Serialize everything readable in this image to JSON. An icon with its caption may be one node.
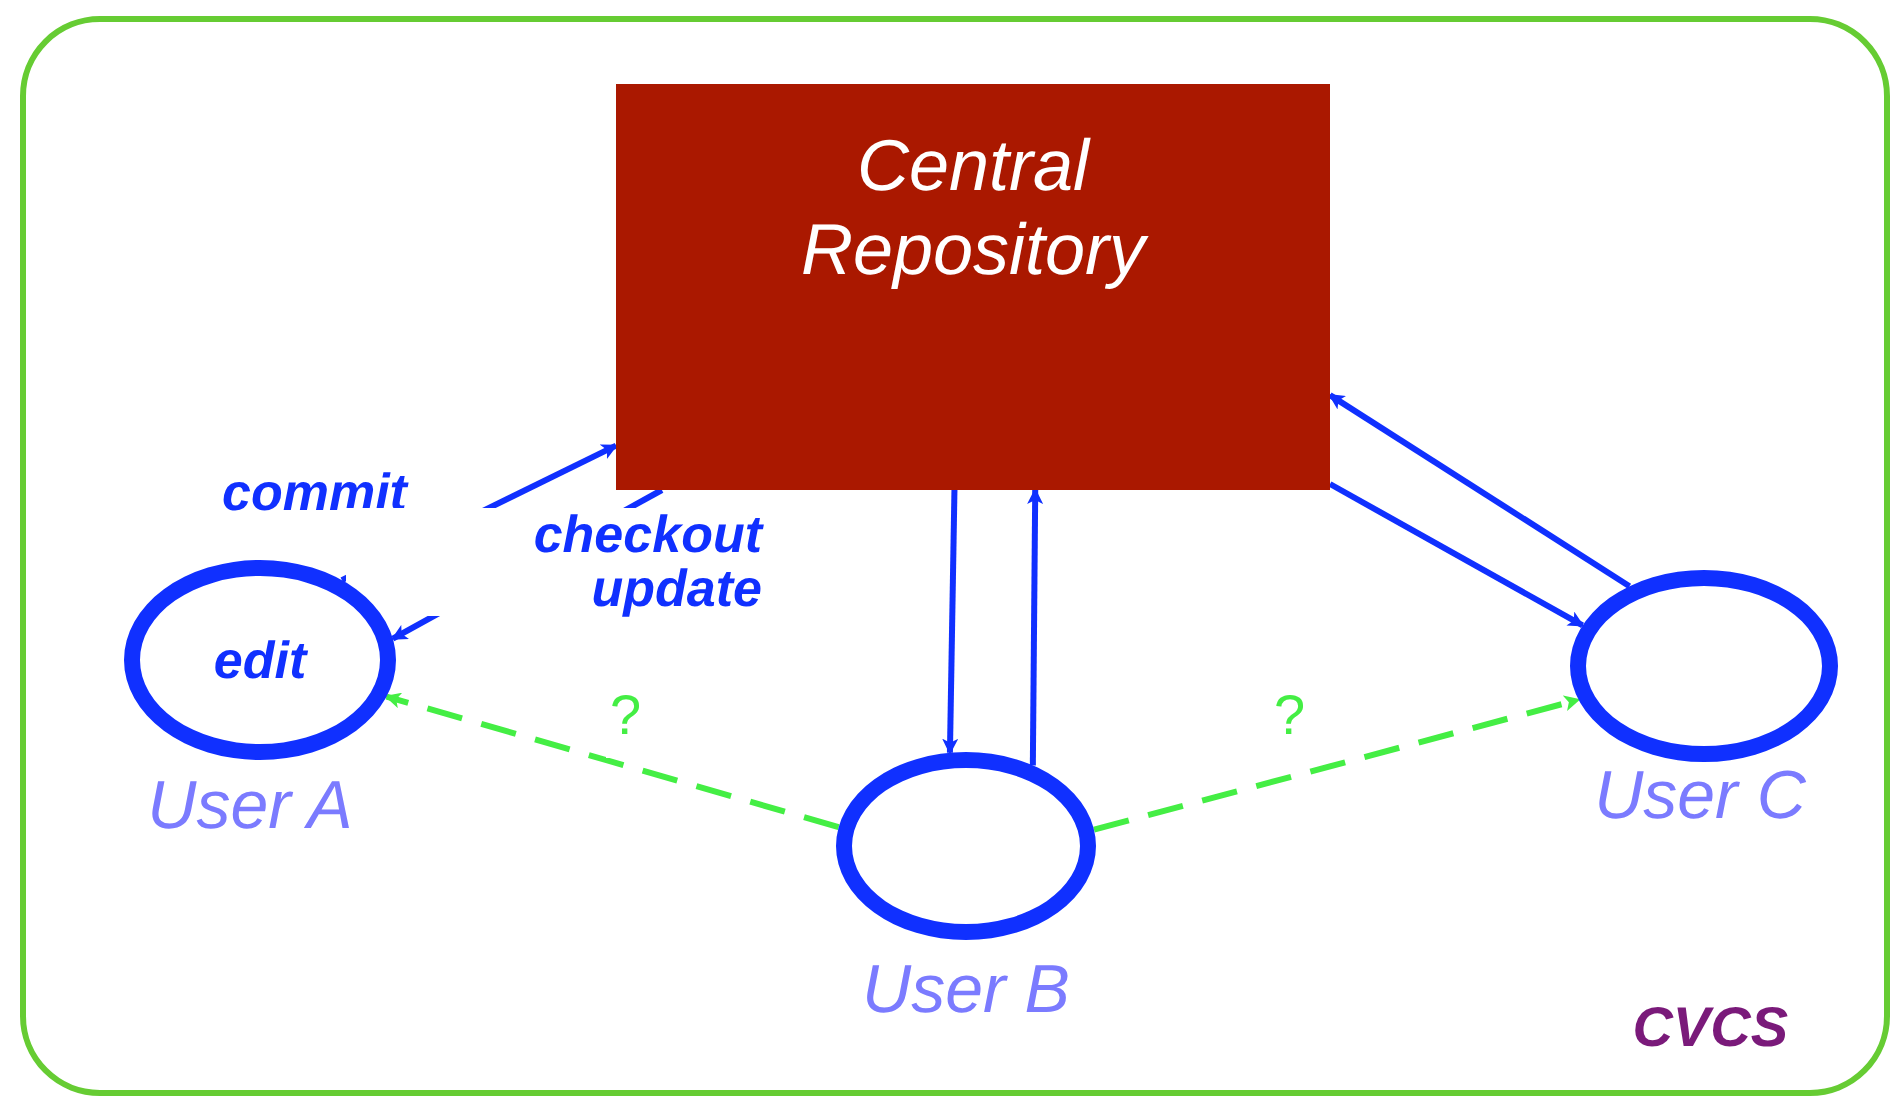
{
  "diagram": {
    "nodes": [
      {
        "text": [
          "CVCS"
        ]
      },
      {
        "text": [
          "Central Repository"
        ],
        "in": 0
      },
      {
        "text": [
          "edit"
        ],
        "in": 0,
        "beside": [
          "User A"
        ]
      },
      {
        "text": [],
        "shape": "circle",
        "in": 0,
        "beside": [
          "User B"
        ]
      },
      {
        "text": [],
        "shape": "circle",
        "in": 0,
        "beside": [
          "User C"
        ]
      }
    ],
    "edges": [
      {
        "from": 2,
        "to": 1,
        "arrow": "to",
        "label": "commit"
      },
      {
        "from": 1,
        "to": 2,
        "arrow": "to",
        "label": "checkout update"
      },
      {
        "from": 1,
        "to": 3,
        "arrow": "to"
      },
      {
        "from": 3,
        "to": 1,
        "arrow": "to"
      },
      {
        "from": 1,
        "to": 4,
        "arrow": "to"
      },
      {
        "from": 4,
        "to": 1,
        "arrow": "to"
      },
      {
        "from": 3,
        "to": 2,
        "arrow": "to",
        "label": "?",
        "style": "dashed",
        "color": "#44ee44"
      },
      {
        "from": 3,
        "to": 4,
        "arrow": "to",
        "label": "?",
        "style": "dashed",
        "color": "#44ee44"
      }
    ]
  }
}
